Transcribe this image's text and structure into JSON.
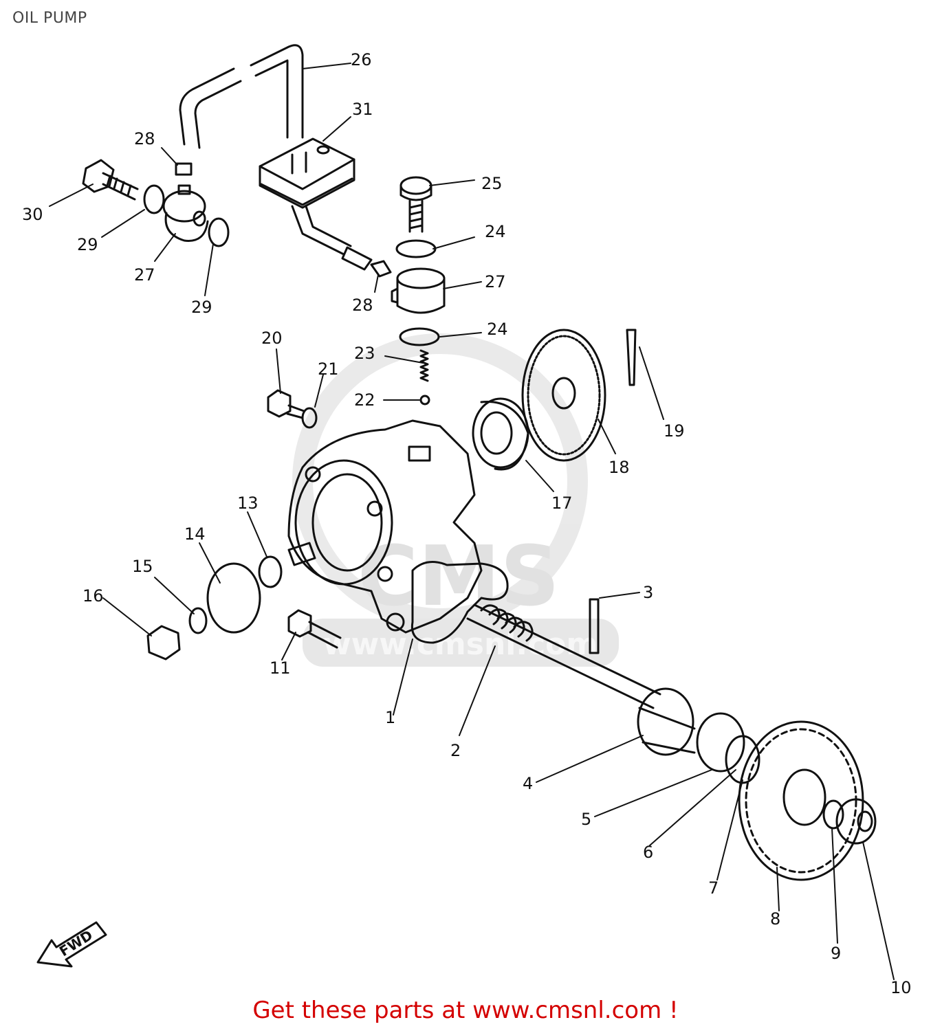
{
  "title": "OIL PUMP",
  "watermark": "CMS",
  "watermark_url": "www.cmsnl.com",
  "fwd_label": "FWD",
  "footer": "Get these parts at www.cmsnl.com !",
  "footer_color": "#d40000",
  "callouts": [
    "1",
    "2",
    "3",
    "4",
    "5",
    "6",
    "7",
    "8",
    "9",
    "10",
    "11",
    "13",
    "14",
    "15",
    "16",
    "17",
    "18",
    "19",
    "20",
    "21",
    "22",
    "23",
    "24",
    "24",
    "25",
    "26",
    "27",
    "27",
    "28",
    "28",
    "29",
    "29",
    "30",
    "31"
  ]
}
